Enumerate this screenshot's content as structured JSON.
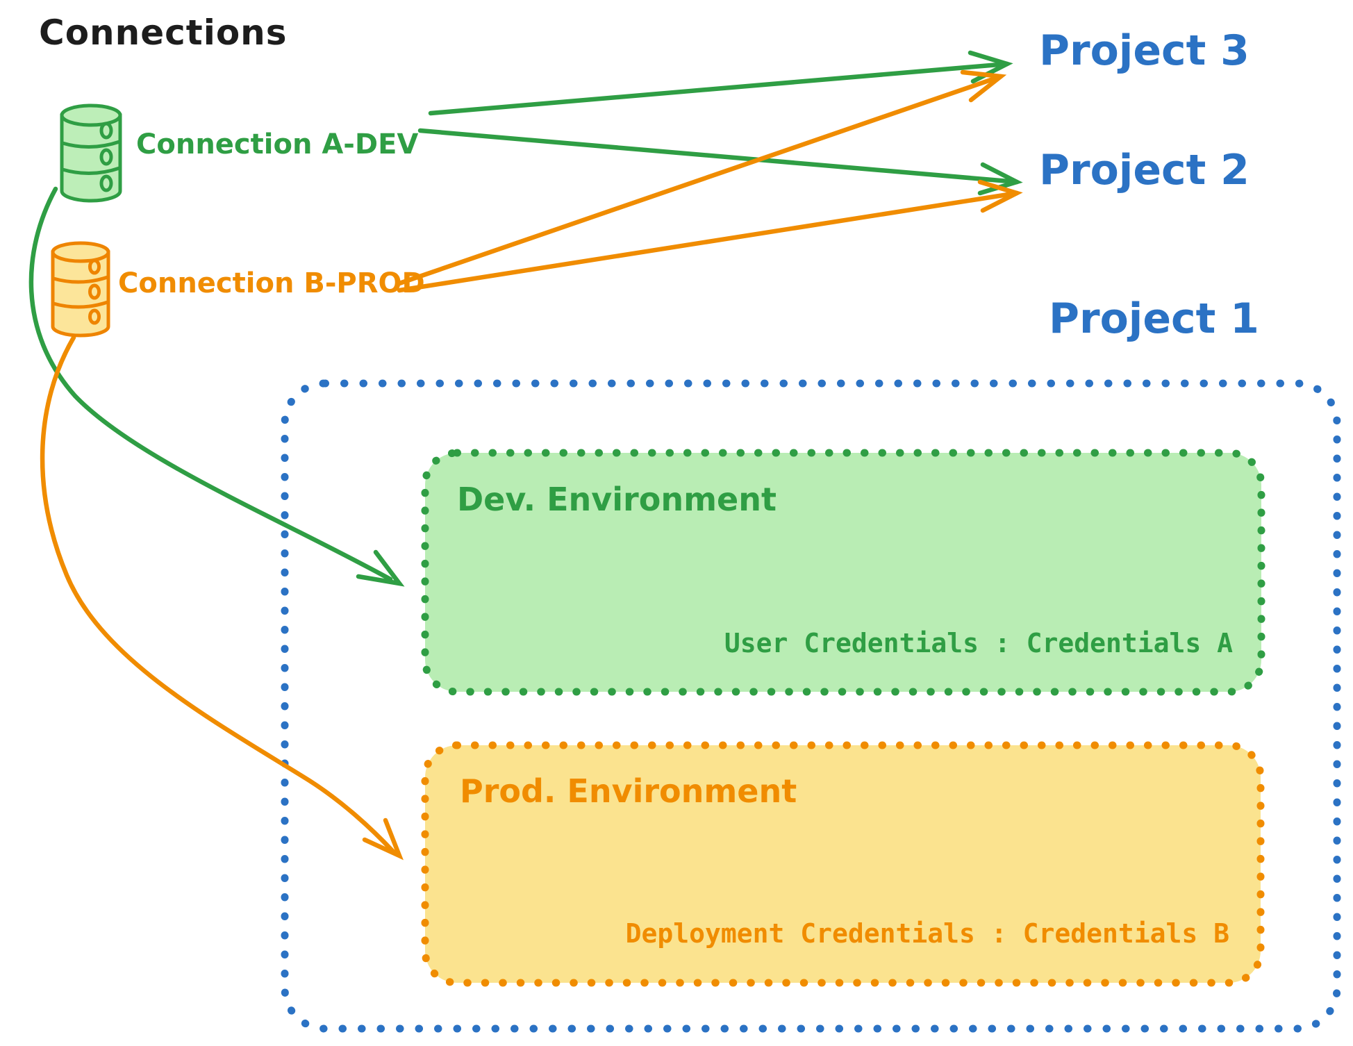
{
  "title": "Connections",
  "palette": {
    "ink_black": "#1d1d1d",
    "green": "#2f9e44",
    "green_fill": "#b9edb4",
    "green_cyl_fill": "#bdeeb8",
    "orange": "#f08c00",
    "orange_fill": "#fbe38f",
    "orange_cyl_fill": "#fce59a",
    "blue": "#2b72c4",
    "background": "#ffffff"
  },
  "connections": {
    "a_dev": {
      "label": "Connection A-DEV",
      "icon": "database-icon",
      "color": "#2f9e44"
    },
    "b_prod": {
      "label": "Connection B-PROD",
      "icon": "database-icon",
      "color": "#f08c00"
    }
  },
  "projects": {
    "project3": {
      "label": "Project 3"
    },
    "project2": {
      "label": "Project 2"
    },
    "project1": {
      "label": "Project 1"
    }
  },
  "project1_detail": {
    "dev_environment": {
      "title": "Dev. Environment",
      "credentials": "User Credentials : Credentials A"
    },
    "prod_environment": {
      "title": "Prod. Environment",
      "credentials": "Deployment Credentials : Credentials B"
    }
  },
  "edges": [
    {
      "from": "Connection A-DEV",
      "to": "Project 3",
      "color": "#2f9e44",
      "style": "straight"
    },
    {
      "from": "Connection A-DEV",
      "to": "Project 2",
      "color": "#2f9e44",
      "style": "straight"
    },
    {
      "from": "Connection A-DEV",
      "to": "Dev. Environment (Project 1)",
      "color": "#2f9e44",
      "style": "curved"
    },
    {
      "from": "Connection B-PROD",
      "to": "Project 3",
      "color": "#f08c00",
      "style": "straight"
    },
    {
      "from": "Connection B-PROD",
      "to": "Project 2",
      "color": "#f08c00",
      "style": "straight"
    },
    {
      "from": "Connection B-PROD",
      "to": "Prod. Environment (Project 1)",
      "color": "#f08c00",
      "style": "curved"
    }
  ]
}
